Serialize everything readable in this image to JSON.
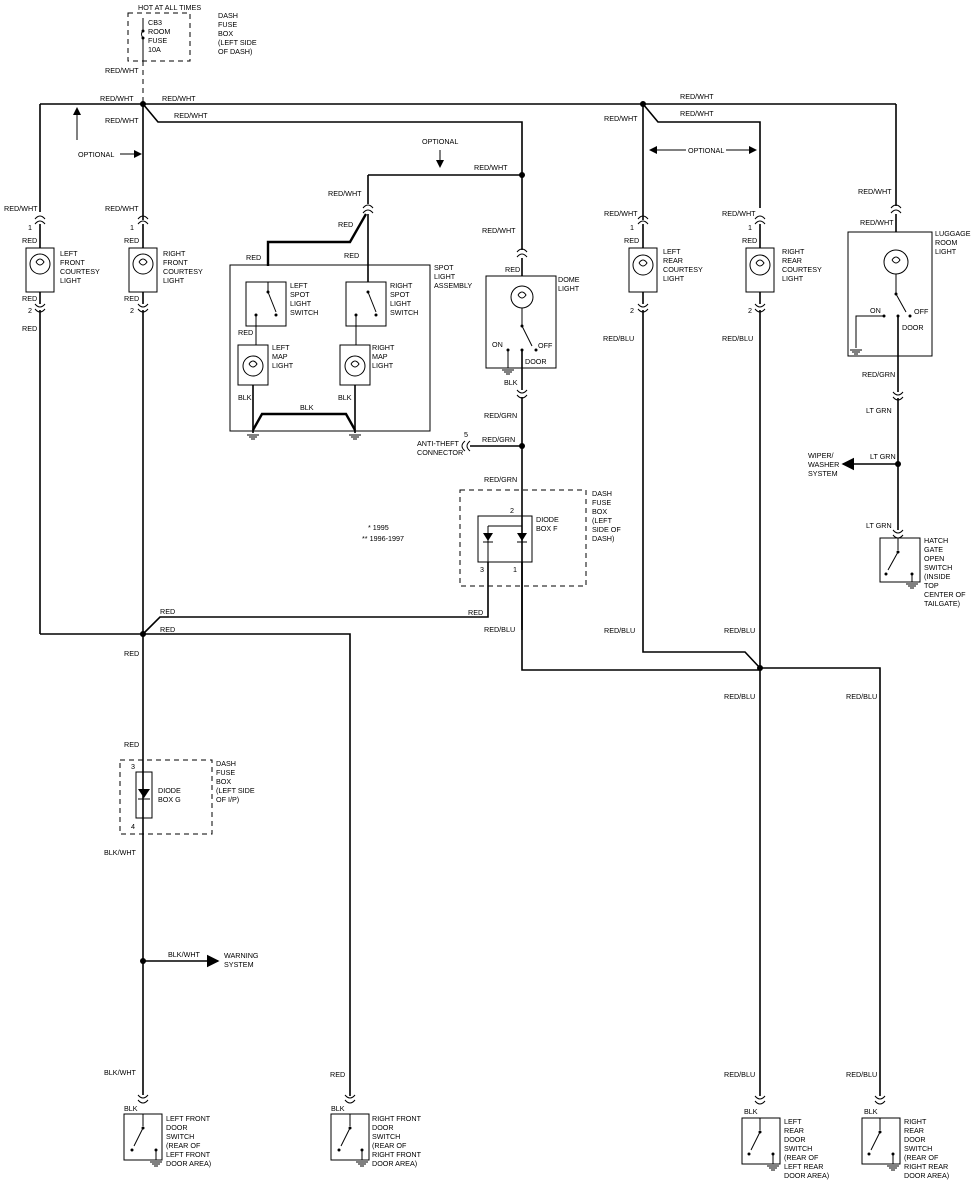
{
  "fuse_top": {
    "header": "HOT AT ALL TIMES",
    "fuse_lines": [
      "CB3",
      "ROOM",
      "FUSE",
      "10A"
    ],
    "box_lines": [
      "DASH",
      "FUSE",
      "BOX",
      "(LEFT SIDE",
      "OF DASH)"
    ]
  },
  "wires": {
    "red_wht": "RED/WHT",
    "red": "RED",
    "blk": "BLK",
    "red_grn": "RED/GRN",
    "red_blu": "RED/BLU",
    "lt_grn": "LT GRN",
    "blk_wht": "BLK/WHT",
    "optional": "OPTIONAL"
  },
  "pins": {
    "p1": "1",
    "p2": "2",
    "p3": "3",
    "p4": "4",
    "p5": "5"
  },
  "components": {
    "left_front_courtesy": [
      "LEFT",
      "FRONT",
      "COURTESY",
      "LIGHT"
    ],
    "right_front_courtesy": [
      "RIGHT",
      "FRONT",
      "COURTESY",
      "LIGHT"
    ],
    "spot_assembly": [
      "SPOT",
      "LIGHT",
      "ASSEMBLY"
    ],
    "left_spot_switch": [
      "LEFT",
      "SPOT",
      "LIGHT",
      "SWITCH"
    ],
    "right_spot_switch": [
      "RIGHT",
      "SPOT",
      "LIGHT",
      "SWITCH"
    ],
    "left_map": [
      "LEFT",
      "MAP",
      "LIGHT"
    ],
    "right_map": [
      "RIGHT",
      "MAP",
      "LIGHT"
    ],
    "dome": [
      "DOME",
      "LIGHT"
    ],
    "dome_on": "ON",
    "dome_off": "OFF",
    "dome_door": "DOOR",
    "left_rear_courtesy": [
      "LEFT",
      "REAR",
      "COURTESY",
      "LIGHT"
    ],
    "right_rear_courtesy": [
      "RIGHT",
      "REAR",
      "COURTESY",
      "LIGHT"
    ],
    "luggage": [
      "LUGGAGE",
      "ROOM",
      "LIGHT"
    ],
    "lug_on": "ON",
    "lug_off": "OFF",
    "lug_door": "DOOR",
    "anti_theft": [
      "ANTI-THEFT",
      "CONNECTOR"
    ],
    "wiper": [
      "WIPER/",
      "WASHER",
      "SYSTEM"
    ],
    "dash_fuse_f": [
      "DASH",
      "FUSE",
      "BOX",
      "(LEFT",
      "SIDE OF",
      "DASH)"
    ],
    "diode_f": [
      "DIODE",
      "BOX F"
    ],
    "hatch": [
      "HATCH",
      "GATE",
      "OPEN",
      "SWITCH",
      "(INSIDE",
      "TOP",
      "CENTER OF",
      "TAILGATE)"
    ],
    "notes": [
      "* 1995",
      "** 1996-1997"
    ],
    "dash_fuse_g": [
      "DASH",
      "FUSE",
      "BOX",
      "(LEFT SIDE",
      "OF I/P)"
    ],
    "diode_g": [
      "DIODE",
      "BOX G"
    ],
    "warning": [
      "WARNING",
      "SYSTEM"
    ],
    "lf_door": [
      "LEFT FRONT",
      "DOOR",
      "SWITCH",
      "(REAR OF",
      "LEFT FRONT",
      "DOOR AREA)"
    ],
    "rf_door": [
      "RIGHT FRONT",
      "DOOR",
      "SWITCH",
      "(REAR OF",
      "RIGHT FRONT",
      "DOOR AREA)"
    ],
    "lr_door": [
      "LEFT",
      "REAR",
      "DOOR",
      "SWITCH",
      "(REAR OF",
      "LEFT REAR",
      "DOOR AREA)"
    ],
    "rr_door": [
      "RIGHT",
      "REAR",
      "DOOR",
      "SWITCH",
      "(REAR OF",
      "RIGHT REAR",
      "DOOR AREA)"
    ]
  }
}
